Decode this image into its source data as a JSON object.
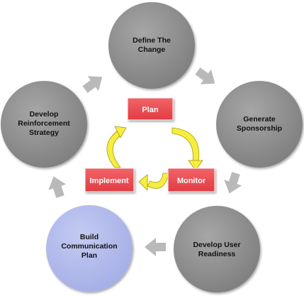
{
  "stages": [
    {
      "id": "define",
      "lines": [
        "Define The",
        "Change"
      ],
      "fill": "#8c8c8c",
      "highlight": false
    },
    {
      "id": "sponsorship",
      "lines": [
        "Generate",
        "Sponsorship"
      ],
      "fill": "#8c8c8c",
      "highlight": false
    },
    {
      "id": "readiness",
      "lines": [
        "Develop User",
        "Readiness"
      ],
      "fill": "#8c8c8c",
      "highlight": false
    },
    {
      "id": "communication",
      "lines": [
        "Build",
        "Communication",
        "Plan"
      ],
      "fill": "#b4bcec",
      "highlight": true
    },
    {
      "id": "reinforcement",
      "lines": [
        "Develop",
        "Reinforcement",
        "Strategy"
      ],
      "fill": "#8c8c8c",
      "highlight": false
    }
  ],
  "cycle": [
    {
      "id": "plan",
      "label": "Plan"
    },
    {
      "id": "monitor",
      "label": "Monitor"
    },
    {
      "id": "implement",
      "label": "Implement"
    }
  ],
  "colors": {
    "circle_gray": "#8c8c8c",
    "circle_highlight": "#b4bcec",
    "box_red": "#ee4b50",
    "outer_arrow": "#b9b9b9",
    "inner_arrow": "#f6ee3c"
  }
}
